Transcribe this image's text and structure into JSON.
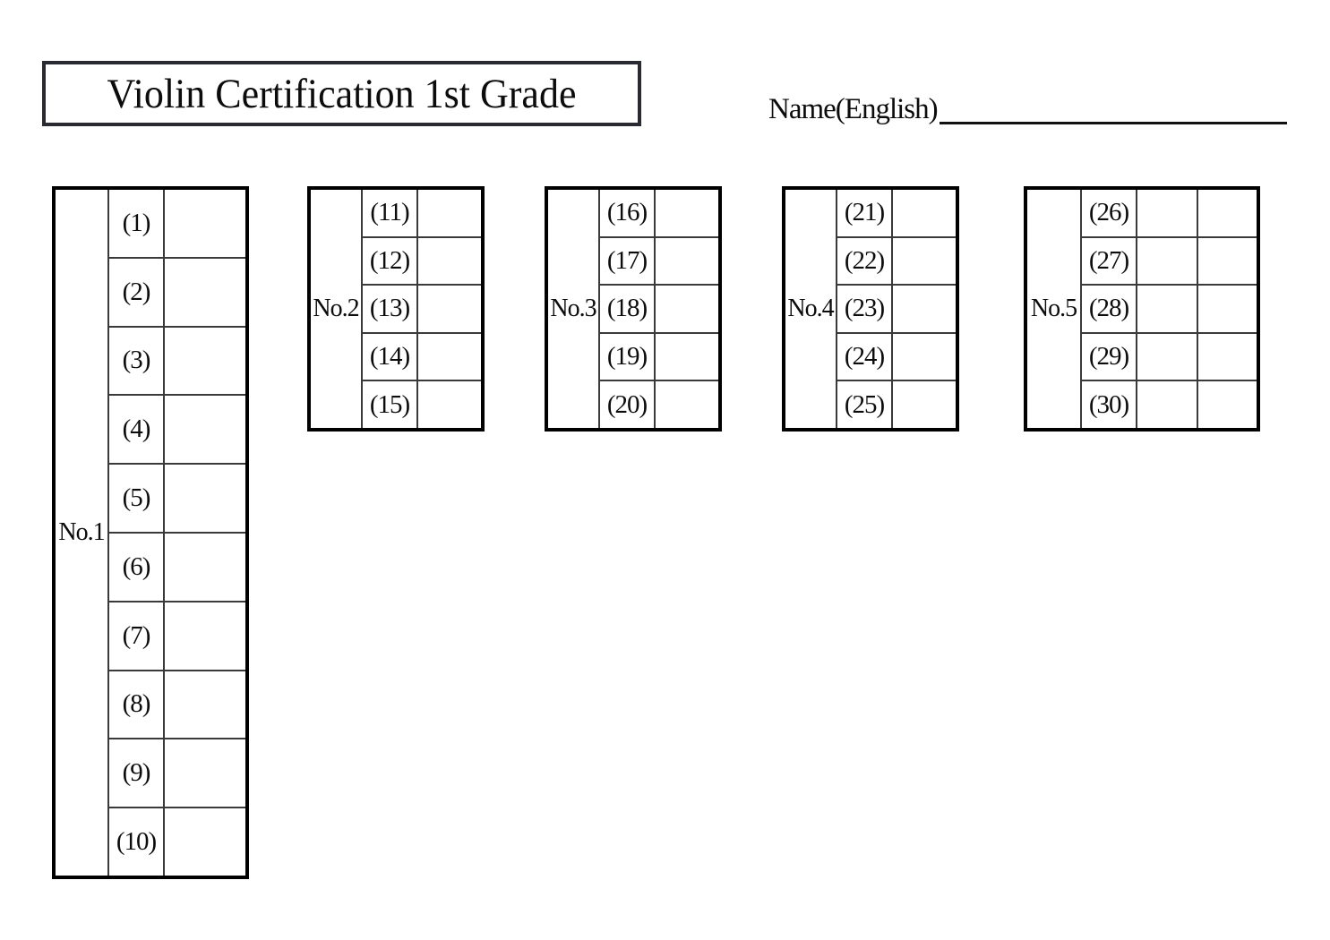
{
  "header": {
    "title": "Violin Certification 1st Grade",
    "name_label": "Name(English)"
  },
  "colors": {
    "ink": "#0c0c0c",
    "outer_border": "#000000",
    "inner_line": "#3a3a3a",
    "title_box_border": "#2a2a33",
    "background": "#ffffff"
  },
  "tables": [
    {
      "label": "No.1",
      "answer_columns": 1,
      "items": [
        "(1)",
        "(2)",
        "(3)",
        "(4)",
        "(5)",
        "(6)",
        "(7)",
        "(8)",
        "(9)",
        "(10)"
      ]
    },
    {
      "label": "No.2",
      "answer_columns": 1,
      "items": [
        "(11)",
        "(12)",
        "(13)",
        "(14)",
        "(15)"
      ]
    },
    {
      "label": "No.3",
      "answer_columns": 1,
      "items": [
        "(16)",
        "(17)",
        "(18)",
        "(19)",
        "(20)"
      ]
    },
    {
      "label": "No.4",
      "answer_columns": 1,
      "items": [
        "(21)",
        "(22)",
        "(23)",
        "(24)",
        "(25)"
      ]
    },
    {
      "label": "No.5",
      "answer_columns": 2,
      "items": [
        "(26)",
        "(27)",
        "(28)",
        "(29)",
        "(30)"
      ]
    }
  ]
}
